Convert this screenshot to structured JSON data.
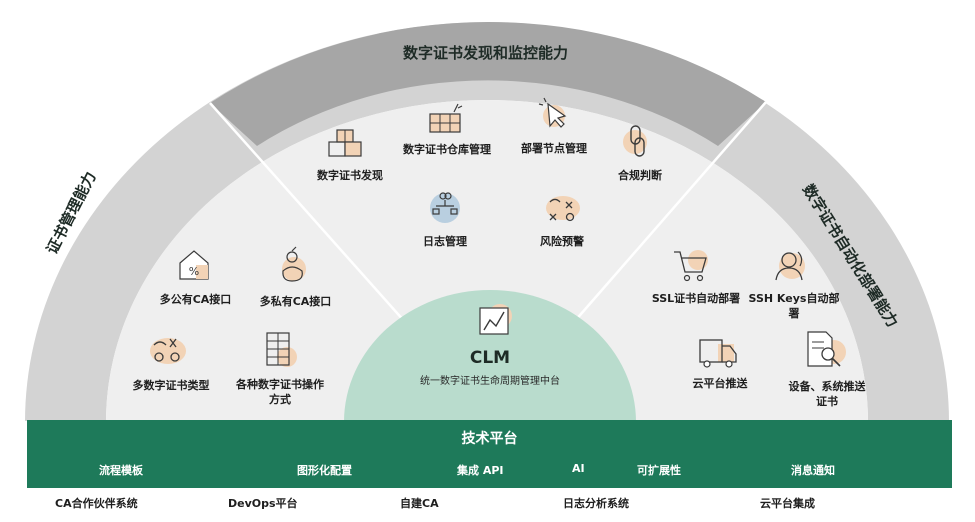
{
  "arcs": {
    "top": "数字证书发现和监控能力",
    "left": "证书管理能力",
    "right": "数字证书自动化部署能力"
  },
  "center": {
    "title": "CLM",
    "subtitle": "统一数字证书生命周期管理中台"
  },
  "discovery": {
    "cert_discovery": "数字证书发现",
    "warehouse_mgmt": "数字证书仓库管理",
    "node_mgmt": "部署节点管理",
    "compliance": "合规判断",
    "log_mgmt": "日志管理",
    "risk_alert": "风险预警"
  },
  "management": {
    "public_ca": "多公有CA接口",
    "private_ca": "多私有CA接口",
    "cert_types": "多数字证书类型",
    "operations": "各种数字证书操作方式"
  },
  "deployment": {
    "ssl_auto": "SSL证书自动部署",
    "ssh_auto": "SSH Keys自动部署",
    "cloud_push": "云平台推送",
    "device_push": "设备、系统推送证书"
  },
  "tech_platform": {
    "title": "技术平台",
    "items": [
      "流程模板",
      "图形化配置",
      "集成 API",
      "AI",
      "可扩展性",
      "消息通知"
    ]
  },
  "integrations": [
    "CA合作伙伴系统",
    "DevOps平台",
    "自建CA",
    "日志分析系统",
    "云平台集成"
  ],
  "colors": {
    "outer_ring": "#d3d3d3",
    "top_band": "#a6a6a6",
    "inner_fill": "#efefef",
    "clm_circle": "#b9dccd",
    "platform_bar": "#1e7a5a",
    "icon_accent": "#f2d3b6",
    "icon_blue": "#b9cfe0"
  }
}
